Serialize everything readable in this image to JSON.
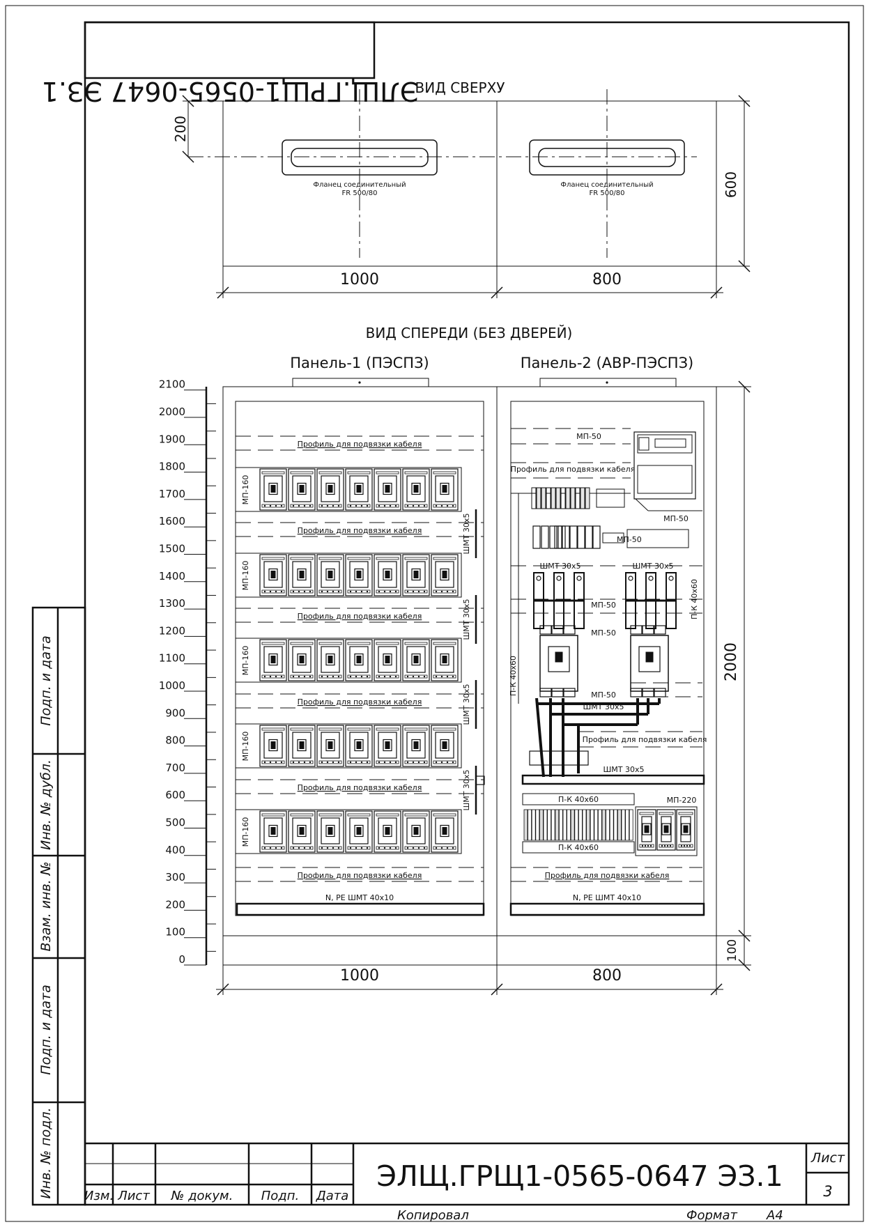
{
  "stamp_code": "ЭЛЩ.ГРЩ1-0565-0647 ЭЗ.1",
  "views": {
    "top": {
      "title": "ВИД СВЕРХУ",
      "flange_label_1": "Фланец соединительный",
      "flange_label_2": "FR 500/80",
      "dim_width_left": "1000",
      "dim_width_right": "800",
      "dim_depth": "600",
      "dim_offset": "200"
    },
    "front": {
      "title": "ВИД СПЕРЕДИ (БЕЗ ДВЕРЕЙ)",
      "panel1_title": "Панель-1 (ПЭСПЗ)",
      "panel2_title": "Панель-2 (АВР-ПЭСПЗ)",
      "scale_ticks": [
        "0",
        "100",
        "200",
        "300",
        "400",
        "500",
        "600",
        "700",
        "800",
        "900",
        "1000",
        "1100",
        "1200",
        "1300",
        "1400",
        "1500",
        "1600",
        "1700",
        "1800",
        "1900",
        "2000",
        "2100"
      ],
      "cable_profile": "Профиль для подвязки кабеля",
      "mp160": "МП-160",
      "mp50": "МП-50",
      "mp220": "МП-220",
      "shmt30": "ШМТ 30х5",
      "shmt40": "N, PE ШМТ 40х10",
      "pk": "П-К 40х60",
      "dim_width_left": "1000",
      "dim_width_right": "800",
      "dim_height": "2000",
      "dim_base": "100"
    }
  },
  "title_block": {
    "code": "ЭЛЩ.ГРЩ1-0565-0647 ЭЗ.1",
    "sheet_label": "Лист",
    "sheet_number": "3",
    "columns": [
      "Изм.",
      "Лист",
      "№ докум.",
      "Подп.",
      "Дата"
    ],
    "copied": "Копировал",
    "format_label": "Формат",
    "format_value": "A4"
  },
  "side_block": {
    "labels": [
      "Подп. и дата",
      "Инв. № дубл.",
      "Взам. инв. №",
      "Подп. и дата",
      "Инв. № подл."
    ]
  }
}
